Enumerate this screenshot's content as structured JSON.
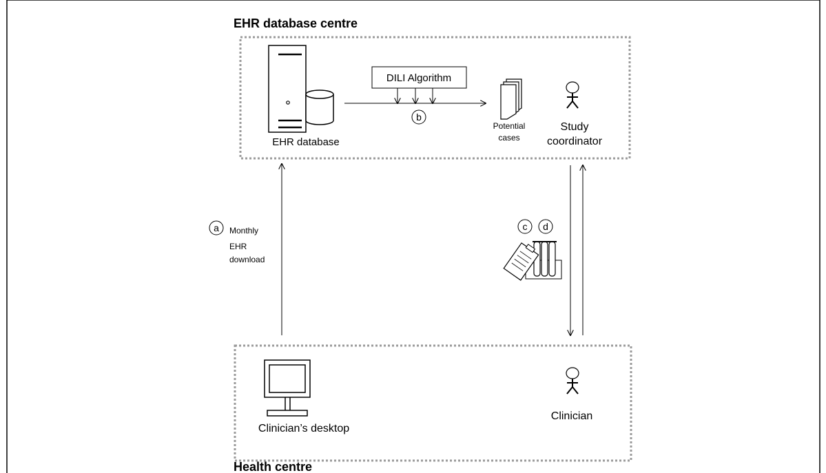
{
  "groups": {
    "top": {
      "title": "EHR database centre"
    },
    "bottom": {
      "title": "Health centre"
    }
  },
  "nodes": {
    "ehr_database": "EHR database",
    "algorithm": "DILI Algorithm",
    "potential_cases": [
      "Potential",
      "cases"
    ],
    "study_coordinator": [
      "Study",
      "coordinator"
    ],
    "clinician_desktop": "Clinician’s desktop",
    "clinician": "Clinician"
  },
  "steps": {
    "a": {
      "marker": "a",
      "label": [
        "Monthly",
        "EHR",
        "download"
      ]
    },
    "b": {
      "marker": "b"
    },
    "c": {
      "marker": "c"
    },
    "d": {
      "marker": "d"
    }
  },
  "icons": [
    "server-icon",
    "database-icon",
    "documents-icon",
    "person-icon",
    "clipboard-icon",
    "test-tubes-icon",
    "computer-icon"
  ]
}
